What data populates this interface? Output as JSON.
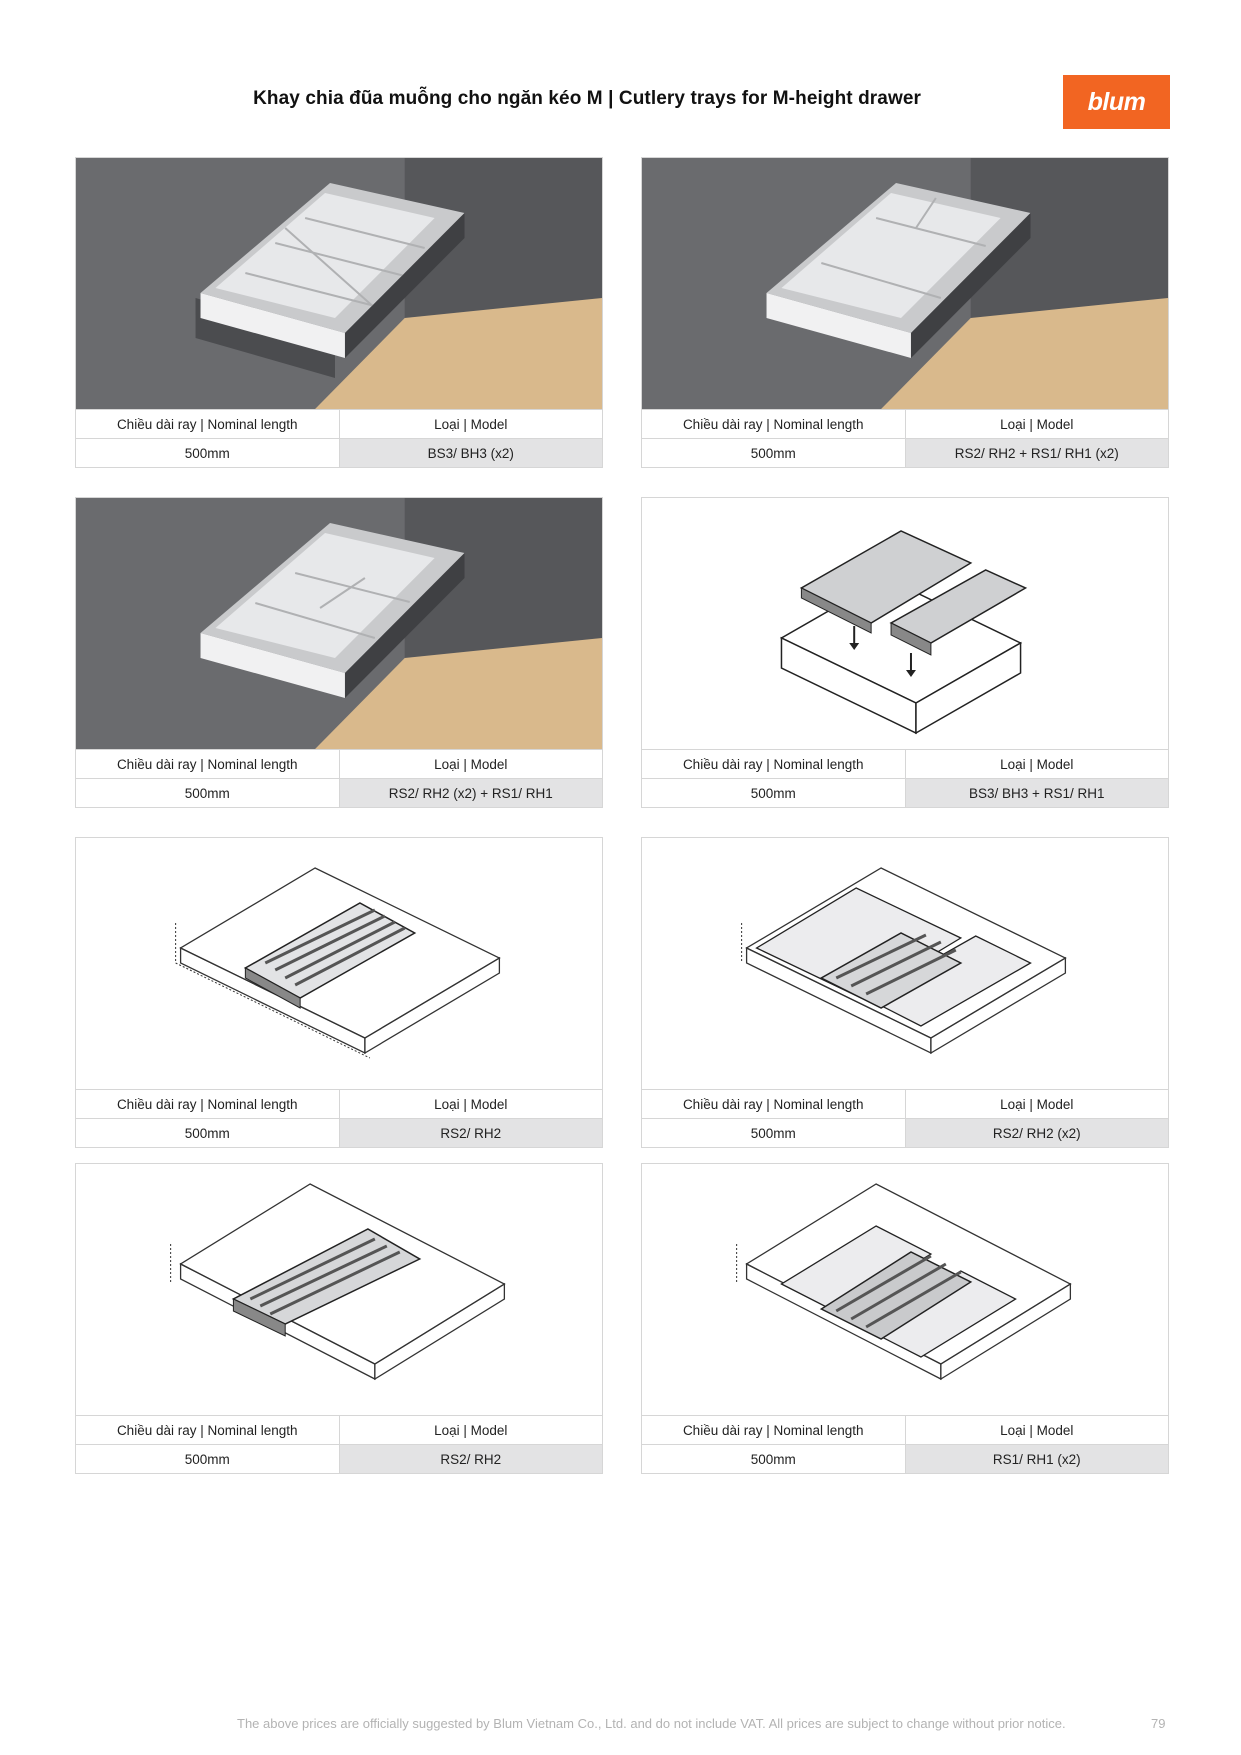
{
  "header": {
    "title": "Khay chia đũa muỗng cho ngăn kéo M | Cutlery trays for M-height drawer",
    "logo_text": "blum",
    "logo_color": "#f26522"
  },
  "table_labels": {
    "length_header": "Chiều dài ray | Nominal length",
    "model_header": "Loại | Model"
  },
  "cards": [
    {
      "length": "500mm",
      "model": "BS3/ BH3 (x2)"
    },
    {
      "length": "500mm",
      "model": "RS2/ RH2 + RS1/ RH1 (x2)"
    },
    {
      "length": "500mm",
      "model": "RS2/ RH2 (x2) + RS1/ RH1"
    },
    {
      "length": "500mm",
      "model": "BS3/ BH3 + RS1/ RH1"
    },
    {
      "length": "500mm",
      "model": "RS2/ RH2"
    },
    {
      "length": "500mm",
      "model": "RS2/ RH2 (x2)"
    },
    {
      "length": "500mm",
      "model": "RS2/ RH2"
    },
    {
      "length": "500mm",
      "model": "RS1/ RH1 (x2)"
    }
  ],
  "footer": {
    "note": "The above prices are officially suggested by Blum Vietnam Co., Ltd. and do not include VAT. All prices are subject to change without prior notice.",
    "page_number": "79"
  }
}
